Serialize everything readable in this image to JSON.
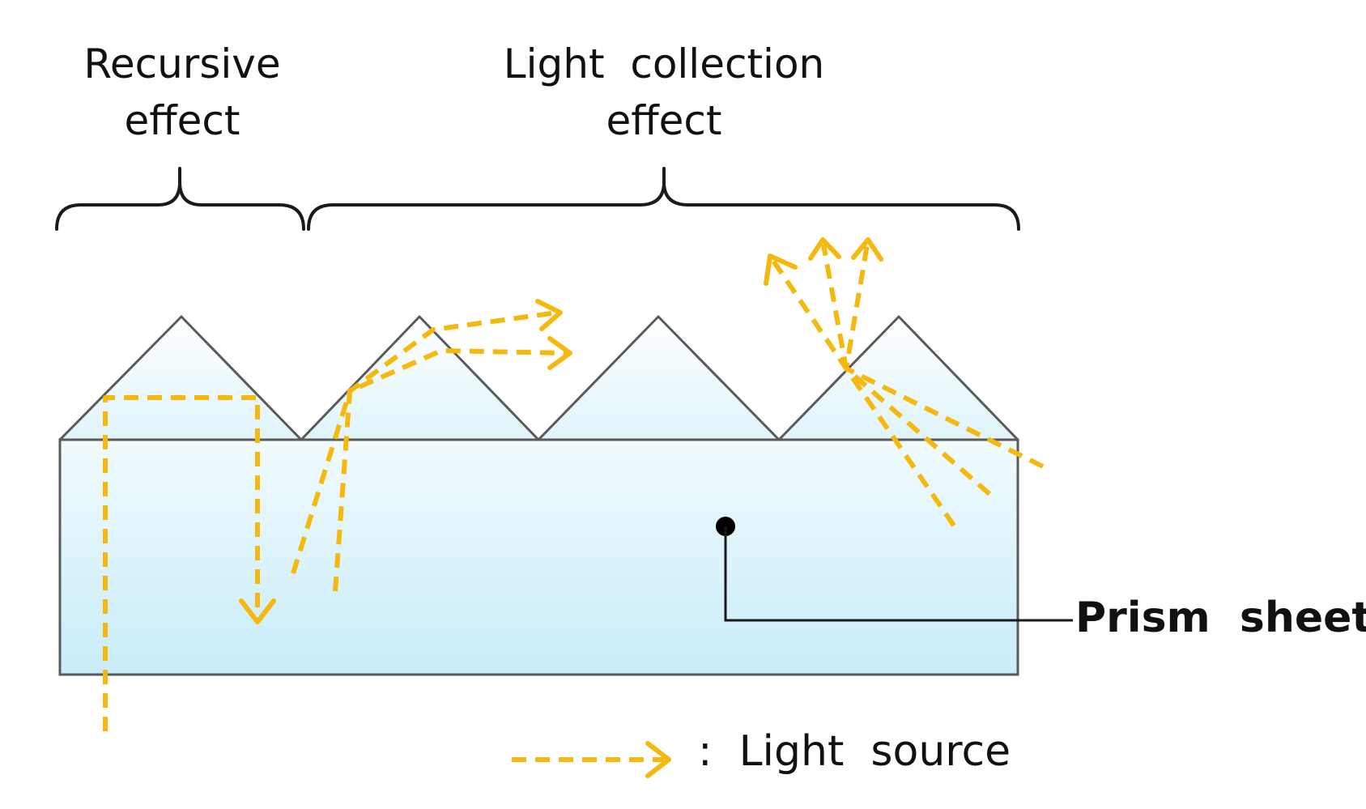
{
  "diagram": {
    "labels": {
      "recursive_line1": "Recursive",
      "recursive_line2": "effect",
      "collection_line1": "Light  collection",
      "collection_line2": "effect",
      "prism_sheet": "Prism  sheet",
      "legend": ":  Light  source"
    },
    "colors": {
      "light_ray": "#F5B80F",
      "outline": "#5a5a5a",
      "brace": "#1a1a1a",
      "prism_fill_top": "#f1fbfd",
      "prism_fill_bottom": "#c8ecf9"
    }
  }
}
